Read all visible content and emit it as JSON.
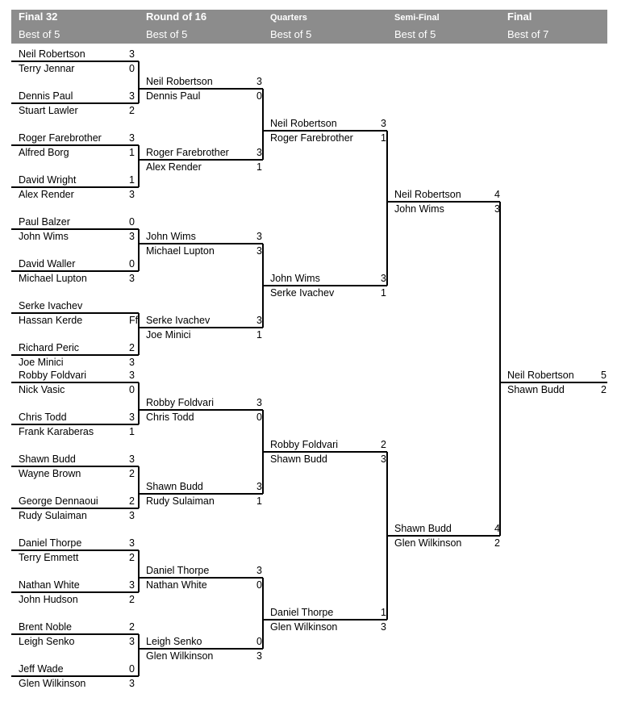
{
  "headers": [
    {
      "title": "Final 32",
      "subtitle": "Best of 5"
    },
    {
      "title": "Round  of 16",
      "subtitle": "Best of 5"
    },
    {
      "title": "Quarters",
      "subtitle": "Best of 5"
    },
    {
      "title": "Semi-Final",
      "subtitle": "Best of  5"
    },
    {
      "title": "Final",
      "subtitle": "Best of  7"
    }
  ],
  "rounds": [
    {
      "matches": [
        {
          "p1": {
            "name": "Neil Robertson",
            "score": "3"
          },
          "p2": {
            "name": "Terry Jennar",
            "score": "0"
          }
        },
        {
          "p1": {
            "name": "Dennis Paul",
            "score": "3"
          },
          "p2": {
            "name": "Stuart Lawler",
            "score": "2"
          }
        },
        {
          "p1": {
            "name": "Roger Farebrother",
            "score": "3"
          },
          "p2": {
            "name": "Alfred Borg",
            "score": "1"
          }
        },
        {
          "p1": {
            "name": "David Wright",
            "score": "1"
          },
          "p2": {
            "name": "Alex Render",
            "score": "3"
          }
        },
        {
          "p1": {
            "name": "Paul Balzer",
            "score": "0"
          },
          "p2": {
            "name": "John Wims",
            "score": "3"
          }
        },
        {
          "p1": {
            "name": "David Waller",
            "score": "0"
          },
          "p2": {
            "name": "Michael Lupton",
            "score": "3"
          }
        },
        {
          "p1": {
            "name": "Serke Ivachev",
            "score": ""
          },
          "p2": {
            "name": "Hassan Kerde",
            "score": "Ff"
          }
        },
        {
          "p1": {
            "name": "Richard Peric",
            "score": "2"
          },
          "p2": {
            "name": "Joe Minici",
            "score": "3"
          }
        },
        {
          "p1": {
            "name": "Robby Foldvari",
            "score": "3"
          },
          "p2": {
            "name": "Nick Vasic",
            "score": "0"
          }
        },
        {
          "p1": {
            "name": "Chris Todd",
            "score": "3"
          },
          "p2": {
            "name": "Frank Karaberas",
            "score": "1"
          }
        },
        {
          "p1": {
            "name": "Shawn Budd",
            "score": "3"
          },
          "p2": {
            "name": "Wayne Brown",
            "score": "2"
          }
        },
        {
          "p1": {
            "name": "George Dennaoui",
            "score": "2"
          },
          "p2": {
            "name": "Rudy Sulaiman",
            "score": "3"
          }
        },
        {
          "p1": {
            "name": "Daniel Thorpe",
            "score": "3"
          },
          "p2": {
            "name": "Terry Emmett",
            "score": "2"
          }
        },
        {
          "p1": {
            "name": "Nathan White",
            "score": "3"
          },
          "p2": {
            "name": "John Hudson",
            "score": "2"
          }
        },
        {
          "p1": {
            "name": "Brent Noble",
            "score": "2"
          },
          "p2": {
            "name": "Leigh Senko",
            "score": "3"
          }
        },
        {
          "p1": {
            "name": "Jeff Wade",
            "score": "0"
          },
          "p2": {
            "name": "Glen Wilkinson",
            "score": "3"
          }
        }
      ]
    },
    {
      "matches": [
        {
          "p1": {
            "name": "Neil Robertson",
            "score": "3"
          },
          "p2": {
            "name": "Dennis Paul",
            "score": "0"
          }
        },
        {
          "p1": {
            "name": "Roger Farebrother",
            "score": "3"
          },
          "p2": {
            "name": "Alex Render",
            "score": "1"
          }
        },
        {
          "p1": {
            "name": "John Wims",
            "score": "3"
          },
          "p2": {
            "name": "Michael Lupton",
            "score": "3"
          }
        },
        {
          "p1": {
            "name": "Serke Ivachev",
            "score": "3"
          },
          "p2": {
            "name": "Joe Minici",
            "score": "1"
          }
        },
        {
          "p1": {
            "name": "Robby Foldvari",
            "score": "3"
          },
          "p2": {
            "name": "Chris Todd",
            "score": "0"
          }
        },
        {
          "p1": {
            "name": "Shawn Budd",
            "score": "3"
          },
          "p2": {
            "name": "Rudy Sulaiman",
            "score": "1"
          }
        },
        {
          "p1": {
            "name": "Daniel Thorpe",
            "score": "3"
          },
          "p2": {
            "name": "Nathan White",
            "score": "0"
          }
        },
        {
          "p1": {
            "name": "Leigh Senko",
            "score": "0"
          },
          "p2": {
            "name": "Glen Wilkinson",
            "score": "3"
          }
        }
      ]
    },
    {
      "matches": [
        {
          "p1": {
            "name": "Neil Robertson",
            "score": "3"
          },
          "p2": {
            "name": "Roger Farebrother",
            "score": "1"
          }
        },
        {
          "p1": {
            "name": "John Wims",
            "score": "3"
          },
          "p2": {
            "name": "Serke Ivachev",
            "score": "1"
          }
        },
        {
          "p1": {
            "name": "Robby Foldvari",
            "score": "2"
          },
          "p2": {
            "name": "Shawn Budd",
            "score": "3"
          }
        },
        {
          "p1": {
            "name": "Daniel Thorpe",
            "score": "1"
          },
          "p2": {
            "name": "Glen Wilkinson",
            "score": "3"
          }
        }
      ]
    },
    {
      "matches": [
        {
          "p1": {
            "name": "Neil Robertson",
            "score": "4"
          },
          "p2": {
            "name": "John Wims",
            "score": "3"
          }
        },
        {
          "p1": {
            "name": "Shawn Budd",
            "score": "4"
          },
          "p2": {
            "name": "Glen Wilkinson",
            "score": "2"
          }
        }
      ]
    },
    {
      "matches": [
        {
          "p1": {
            "name": "Neil Robertson",
            "score": "5"
          },
          "p2": {
            "name": "Shawn Budd",
            "score": "2"
          }
        }
      ]
    }
  ]
}
